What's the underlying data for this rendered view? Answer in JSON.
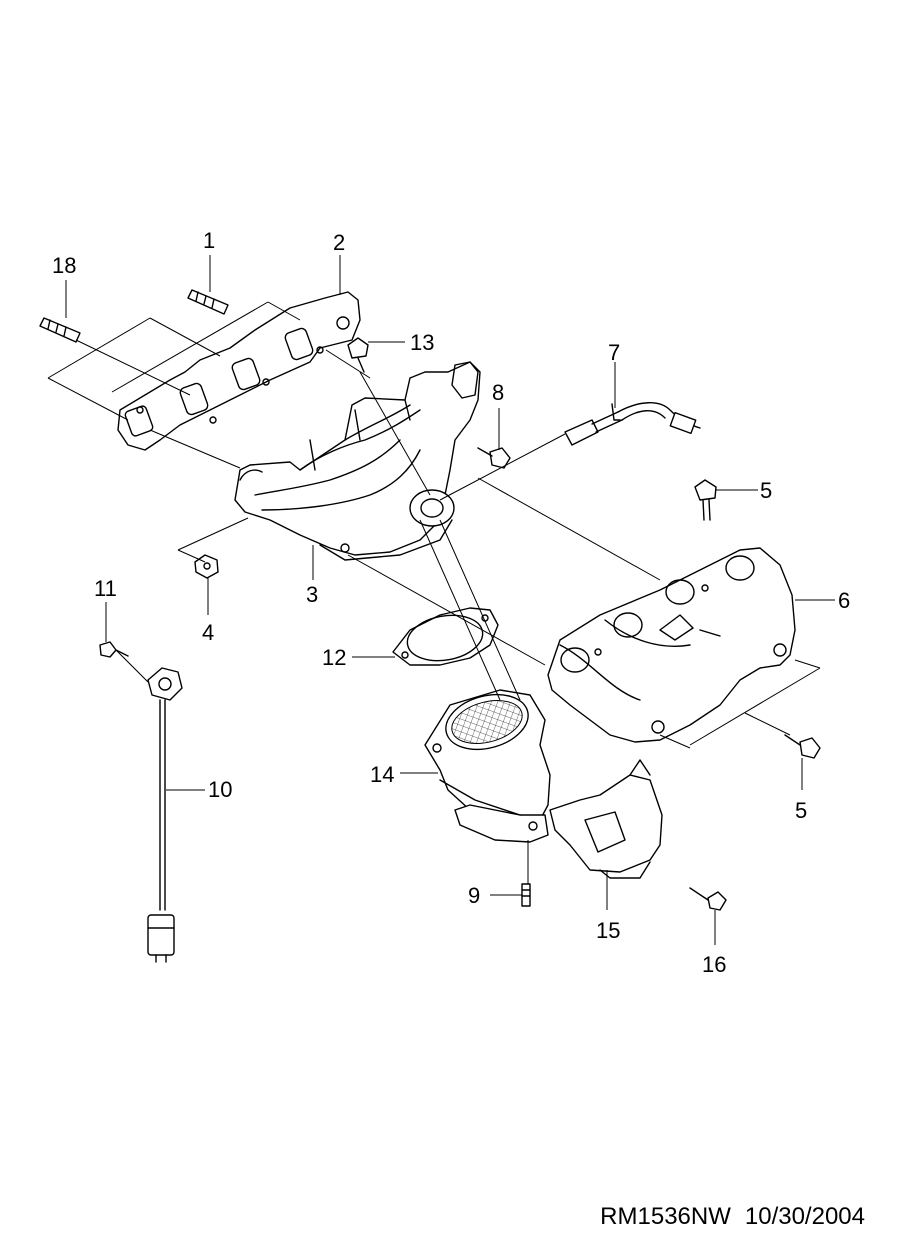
{
  "diagram": {
    "part_numbers": [
      "1",
      "2",
      "3",
      "4",
      "5",
      "5",
      "6",
      "7",
      "8",
      "9",
      "10",
      "11",
      "12",
      "13",
      "14",
      "15",
      "16",
      "18"
    ]
  },
  "footer": {
    "code": "RM1536NW",
    "date": "10/30/2004"
  }
}
